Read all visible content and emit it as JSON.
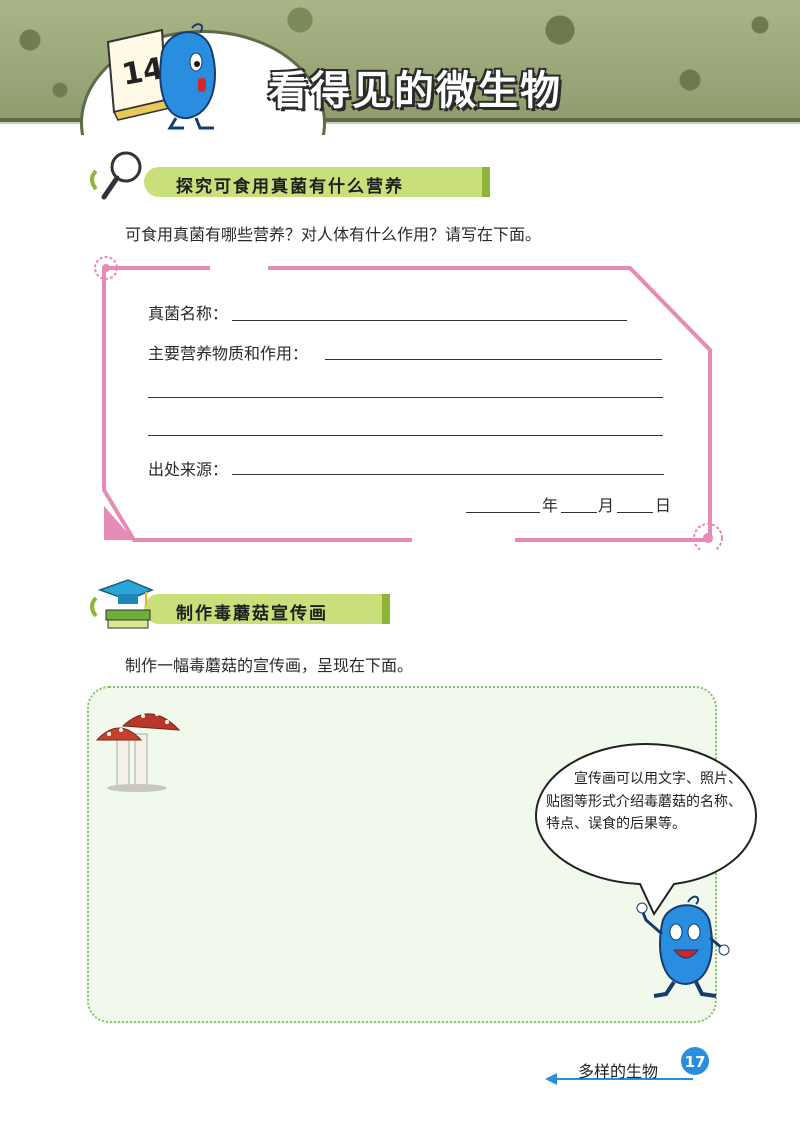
{
  "header": {
    "title": "看得见的微生物",
    "badge_number": "14"
  },
  "section1": {
    "title": "探究可食用真菌有什么营养",
    "icon": "magnifier-icon",
    "prompt": "可食用真菌有哪些营养？对人体有什么作用？请写在下面。",
    "form": {
      "name_label": "真菌名称：",
      "nutrition_label": "主要营养物质和作用：",
      "source_label": "出处来源：",
      "year_label": "年",
      "month_label": "月",
      "day_label": "日"
    }
  },
  "section2": {
    "title": "制作毒蘑菇宣传画",
    "icon": "graduation-cap-icon",
    "prompt": "制作一幅毒蘑菇的宣传画，呈现在下面。",
    "image": "mushroom-icon",
    "speech_bubble": "宣传画可以用文字、照片、贴图等形式介绍毒蘑菇的名称、特点、误食的后果等。"
  },
  "footer": {
    "label": "多样的生物",
    "page_number": "17"
  },
  "colors": {
    "banner_green": "#c9e07a",
    "card_pink": "#e58bb6",
    "poster_border": "#7fc46a",
    "poster_fill": "#f1f8ec",
    "mascot_blue": "#2a8ee0",
    "page_badge": "#2a8ee0"
  }
}
